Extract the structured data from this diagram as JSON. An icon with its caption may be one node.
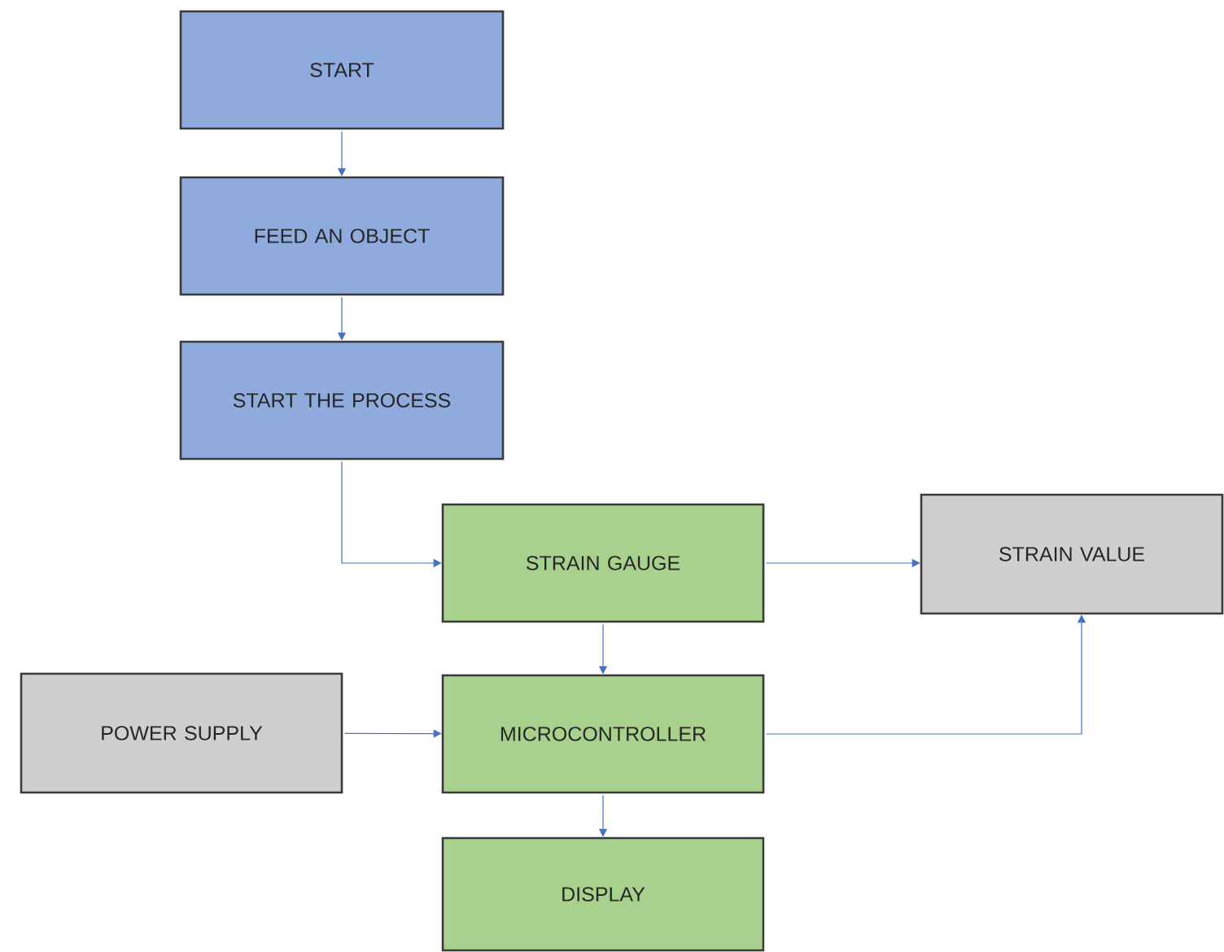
{
  "diagram": {
    "nodes": [
      {
        "text": [
          "START"
        ]
      },
      {
        "text": [
          "FEED AN OBJECT"
        ]
      },
      {
        "text": [
          "START THE PROCESS"
        ]
      },
      {
        "text": [
          "STRAIN GAUGE"
        ]
      },
      {
        "text": [
          "STRAIN VALUE"
        ]
      },
      {
        "text": [
          "POWER SUPPLY"
        ]
      },
      {
        "text": [
          "MICROCONTROLLER"
        ]
      },
      {
        "text": [
          "DISPLAY"
        ]
      }
    ],
    "edges": [
      {
        "from": 0,
        "to": 1,
        "arrow": "to"
      },
      {
        "from": 1,
        "to": 2,
        "arrow": "to"
      },
      {
        "from": 2,
        "to": 3,
        "arrow": "to"
      },
      {
        "from": 3,
        "to": 4,
        "arrow": "to"
      },
      {
        "from": 3,
        "to": 6,
        "arrow": "to"
      },
      {
        "from": 5,
        "to": 6,
        "arrow": "to"
      },
      {
        "from": 6,
        "to": 4,
        "arrow": "to"
      },
      {
        "from": 6,
        "to": 7,
        "arrow": "to"
      }
    ]
  }
}
